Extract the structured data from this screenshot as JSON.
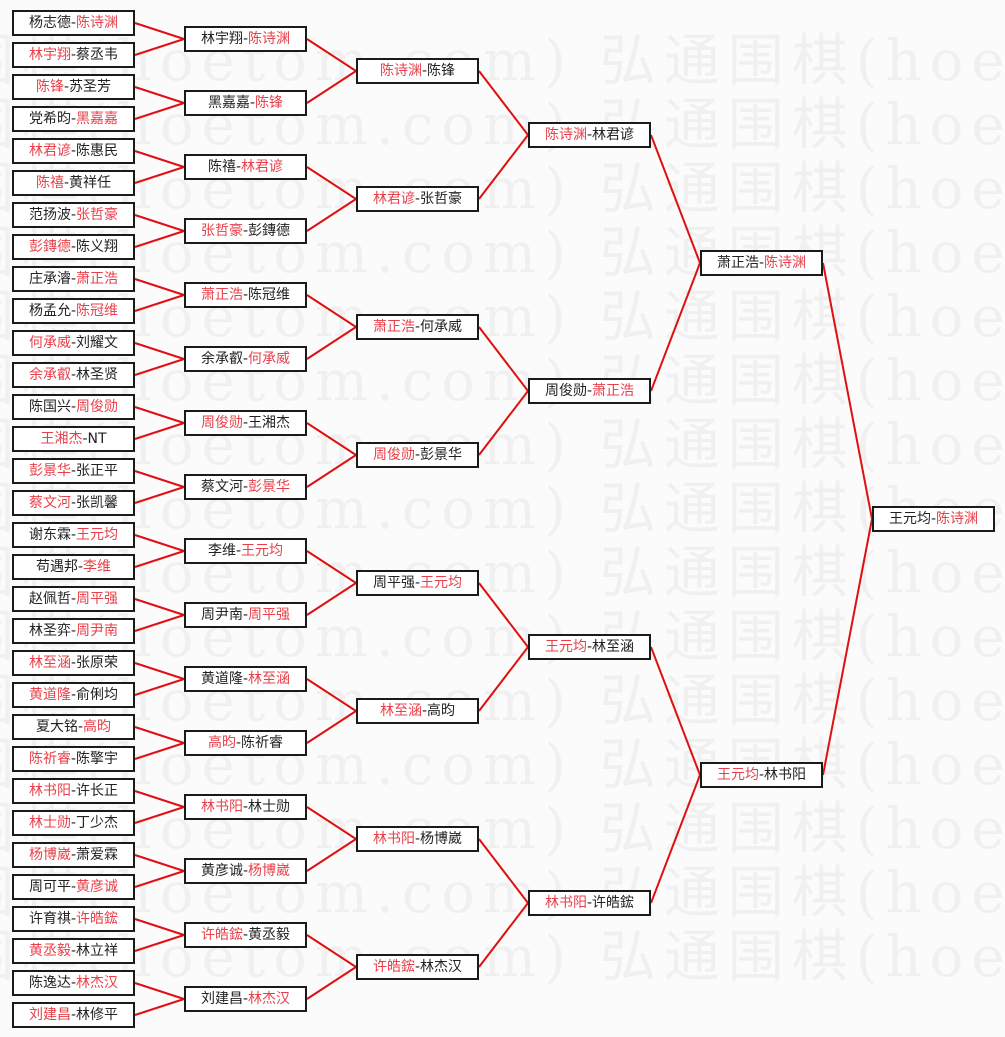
{
  "watermark_text": "弘通围棋(hoetom.com)",
  "colors": {
    "winner": "#e8404a",
    "line": "#e01010",
    "border": "#1a1a1a",
    "text": "#222222"
  },
  "separator": "-",
  "rounds": [
    [
      {
        "a": "杨志德",
        "b": "陈诗渊",
        "w": "b"
      },
      {
        "a": "林宇翔",
        "b": "蔡丞韦",
        "w": "a"
      },
      {
        "a": "陈锋",
        "b": "苏圣芳",
        "w": "a"
      },
      {
        "a": "党希昀",
        "b": "黑嘉嘉",
        "w": "b"
      },
      {
        "a": "林君谚",
        "b": "陈惠民",
        "w": "a"
      },
      {
        "a": "陈禧",
        "b": "黄祥任",
        "w": "a"
      },
      {
        "a": "范扬波",
        "b": "张哲豪",
        "w": "b"
      },
      {
        "a": "彭鏄德",
        "b": "陈义翔",
        "w": "a"
      },
      {
        "a": "庄承濬",
        "b": "萧正浩",
        "w": "b"
      },
      {
        "a": "杨孟允",
        "b": "陈冠维",
        "w": "b"
      },
      {
        "a": "何承威",
        "b": "刘耀文",
        "w": "a"
      },
      {
        "a": "余承叡",
        "b": "林圣贤",
        "w": "a"
      },
      {
        "a": "陈国兴",
        "b": "周俊勋",
        "w": "b"
      },
      {
        "a": "王湘杰",
        "b": "NT",
        "w": "a"
      },
      {
        "a": "彭景华",
        "b": "张正平",
        "w": "a"
      },
      {
        "a": "蔡文河",
        "b": "张凯馨",
        "w": "a"
      },
      {
        "a": "谢东霖",
        "b": "王元均",
        "w": "b"
      },
      {
        "a": "苟遇邦",
        "b": "李维",
        "w": "b"
      },
      {
        "a": "赵佩哲",
        "b": "周平强",
        "w": "b"
      },
      {
        "a": "林圣弈",
        "b": "周尹南",
        "w": "b"
      },
      {
        "a": "林至涵",
        "b": "张原荣",
        "w": "a"
      },
      {
        "a": "黄道隆",
        "b": "俞俐均",
        "w": "a"
      },
      {
        "a": "夏大铭",
        "b": "高昀",
        "w": "b"
      },
      {
        "a": "陈祈睿",
        "b": "陈擎宇",
        "w": "a"
      },
      {
        "a": "林书阳",
        "b": "许长正",
        "w": "a"
      },
      {
        "a": "林士勋",
        "b": "丁少杰",
        "w": "a"
      },
      {
        "a": "杨博崴",
        "b": "萧爱霖",
        "w": "a"
      },
      {
        "a": "周可平",
        "b": "黄彦诚",
        "w": "b"
      },
      {
        "a": "许育祺",
        "b": "许皓鋐",
        "w": "b"
      },
      {
        "a": "黄丞毅",
        "b": "林立祥",
        "w": "a"
      },
      {
        "a": "陈逸达",
        "b": "林杰汉",
        "w": "b"
      },
      {
        "a": "刘建昌",
        "b": "林修平",
        "w": "a"
      }
    ],
    [
      {
        "a": "林宇翔",
        "b": "陈诗渊",
        "w": "b"
      },
      {
        "a": "黑嘉嘉",
        "b": "陈锋",
        "w": "b"
      },
      {
        "a": "陈禧",
        "b": "林君谚",
        "w": "b"
      },
      {
        "a": "张哲豪",
        "b": "彭鏄德",
        "w": "a"
      },
      {
        "a": "萧正浩",
        "b": "陈冠维",
        "w": "a"
      },
      {
        "a": "余承叡",
        "b": "何承威",
        "w": "b"
      },
      {
        "a": "周俊勋",
        "b": "王湘杰",
        "w": "a"
      },
      {
        "a": "蔡文河",
        "b": "彭景华",
        "w": "b"
      },
      {
        "a": "李维",
        "b": "王元均",
        "w": "b"
      },
      {
        "a": "周尹南",
        "b": "周平强",
        "w": "b"
      },
      {
        "a": "黄道隆",
        "b": "林至涵",
        "w": "b"
      },
      {
        "a": "高昀",
        "b": "陈祈睿",
        "w": "a"
      },
      {
        "a": "林书阳",
        "b": "林士勋",
        "w": "a"
      },
      {
        "a": "黄彦诚",
        "b": "杨博崴",
        "w": "b"
      },
      {
        "a": "许皓鋐",
        "b": "黄丞毅",
        "w": "a"
      },
      {
        "a": "刘建昌",
        "b": "林杰汉",
        "w": "b"
      }
    ],
    [
      {
        "a": "陈诗渊",
        "b": "陈锋",
        "w": "a"
      },
      {
        "a": "林君谚",
        "b": "张哲豪",
        "w": "a"
      },
      {
        "a": "萧正浩",
        "b": "何承威",
        "w": "a"
      },
      {
        "a": "周俊勋",
        "b": "彭景华",
        "w": "a"
      },
      {
        "a": "周平强",
        "b": "王元均",
        "w": "b"
      },
      {
        "a": "林至涵",
        "b": "高昀",
        "w": "a"
      },
      {
        "a": "林书阳",
        "b": "杨博崴",
        "w": "a"
      },
      {
        "a": "许皓鋐",
        "b": "林杰汉",
        "w": "a"
      }
    ],
    [
      {
        "a": "陈诗渊",
        "b": "林君谚",
        "w": "a"
      },
      {
        "a": "周俊勋",
        "b": "萧正浩",
        "w": "b"
      },
      {
        "a": "王元均",
        "b": "林至涵",
        "w": "a"
      },
      {
        "a": "林书阳",
        "b": "许皓鋐",
        "w": "a"
      }
    ],
    [
      {
        "a": "萧正浩",
        "b": "陈诗渊",
        "w": "b"
      },
      {
        "a": "王元均",
        "b": "林书阳",
        "w": "a"
      }
    ],
    [
      {
        "a": "王元均",
        "b": "陈诗渊",
        "w": "b"
      }
    ]
  ]
}
